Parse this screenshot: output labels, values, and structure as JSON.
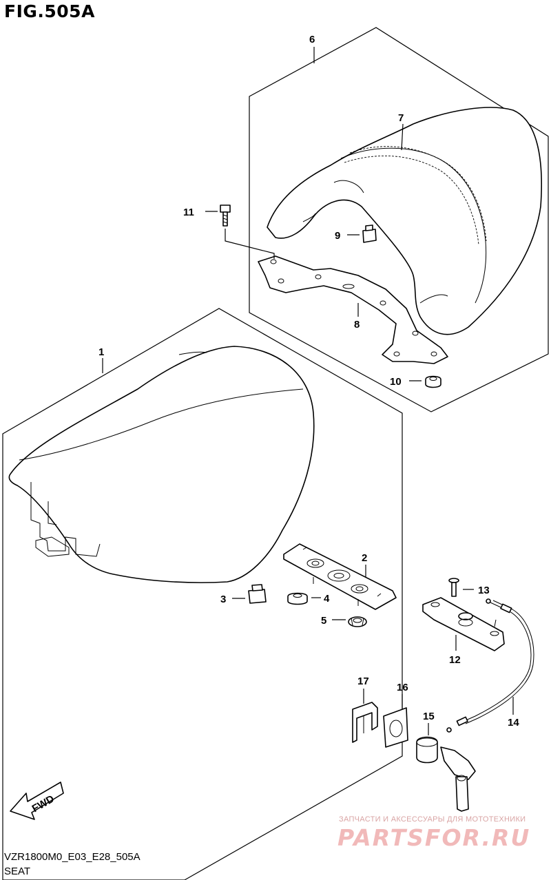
{
  "figure": {
    "title": "FIG.505A",
    "code": "VZR1800M0_E03_E28_505A",
    "name": "SEAT"
  },
  "callouts": [
    "1",
    "2",
    "3",
    "4",
    "5",
    "6",
    "7",
    "8",
    "9",
    "10",
    "11",
    "12",
    "13",
    "14",
    "15",
    "16",
    "17"
  ],
  "fwd_label": "FWD",
  "watermark": {
    "line1": "ЗАПЧАСТИ И АКСЕССУАРЫ ДЛЯ МОТОТЕХНИКИ",
    "line2": "PARTSFOR.RU"
  },
  "colors": {
    "line": "#000000",
    "watermark": "#f1b9b9"
  }
}
